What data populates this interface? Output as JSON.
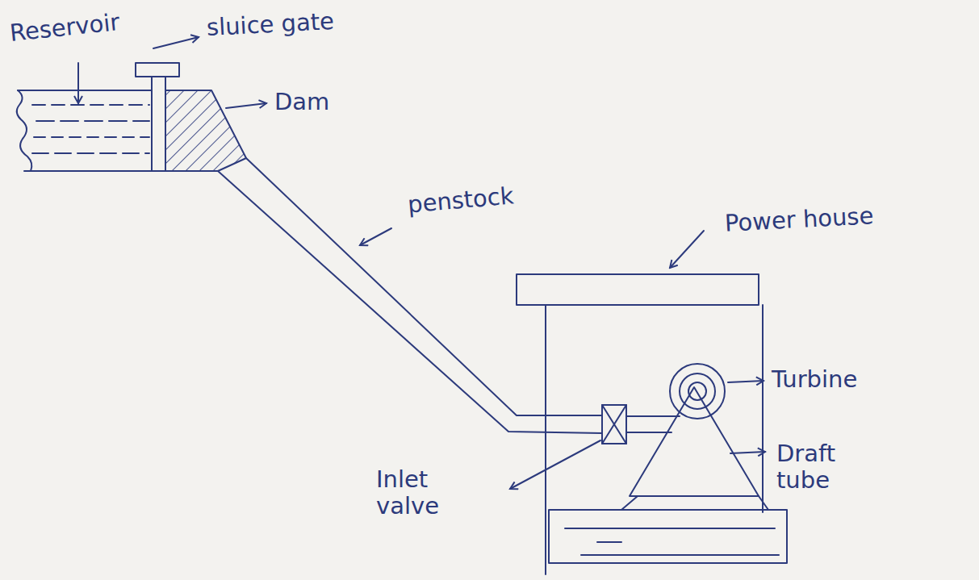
{
  "diagram": {
    "labels": [
      "Reservoir",
      "sluice gate",
      "Dam",
      "penstock",
      "Power house",
      "Turbine",
      "Draft tube",
      "Inlet valve"
    ]
  }
}
